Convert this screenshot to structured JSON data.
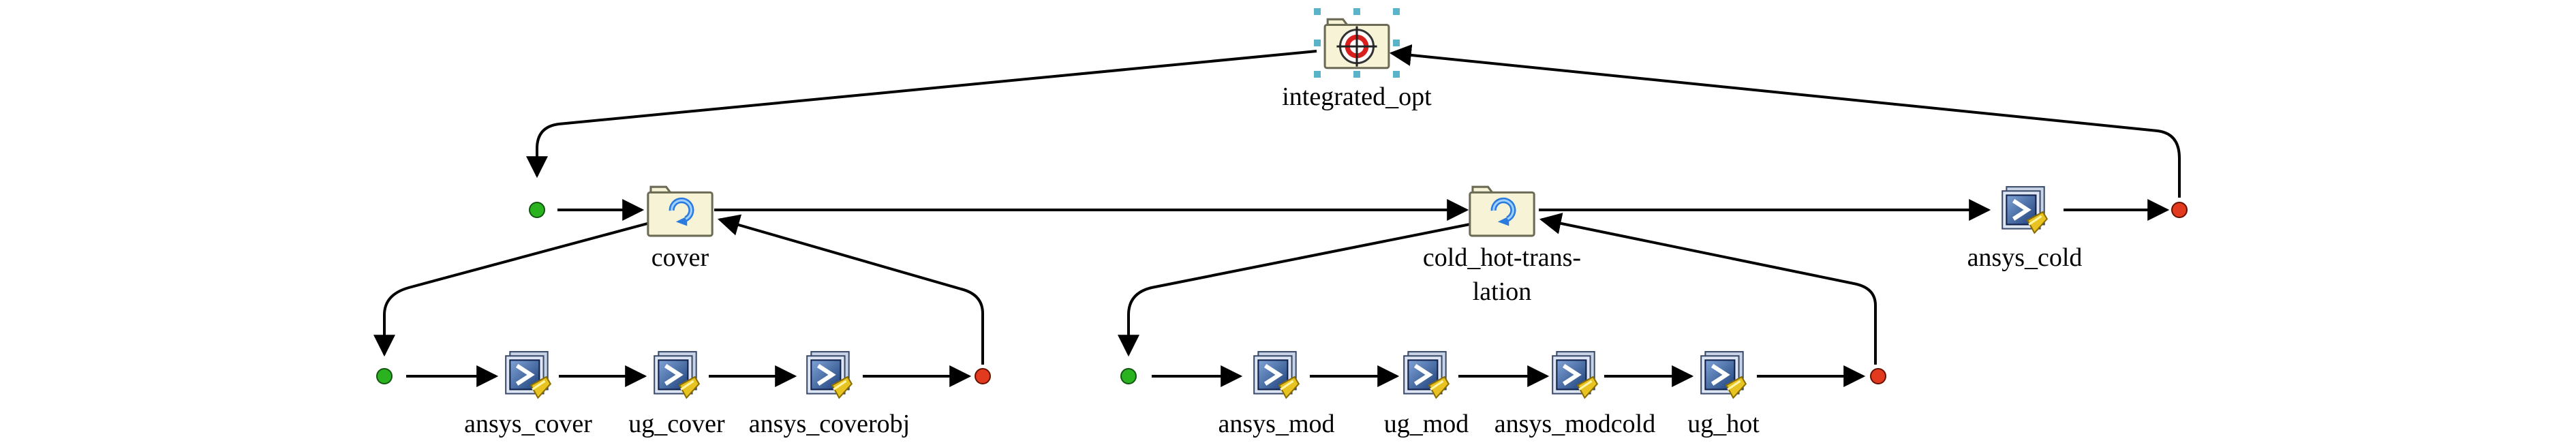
{
  "workflow": {
    "root": {
      "label": "integrated_opt",
      "icon": "optimizer-target-icon"
    },
    "cover": {
      "label": "cover",
      "icon": "loop-folder-icon"
    },
    "cold_hot": {
      "label_line1": "cold_hot-trans-",
      "label_line2": "lation",
      "icon": "loop-folder-icon"
    },
    "ansys_cold": {
      "label": "ansys_cold",
      "icon": "simulation-app-icon"
    },
    "cover_children": [
      {
        "label": "ansys_cover",
        "icon": "simulation-app-icon"
      },
      {
        "label": "ug_cover",
        "icon": "simulation-app-icon"
      },
      {
        "label": "ansys_coverobj",
        "icon": "simulation-app-icon"
      }
    ],
    "hot_children": [
      {
        "label": "ansys_mod",
        "icon": "simulation-app-icon"
      },
      {
        "label": "ug_mod",
        "icon": "simulation-app-icon"
      },
      {
        "label": "ansys_modcold",
        "icon": "simulation-app-icon"
      },
      {
        "label": "ug_hot",
        "icon": "simulation-app-icon"
      }
    ]
  },
  "colors": {
    "start_dot": "#2bb31f",
    "end_dot": "#e23a1e",
    "selection_handle": "#5bb3c9",
    "connector": "#000000"
  }
}
